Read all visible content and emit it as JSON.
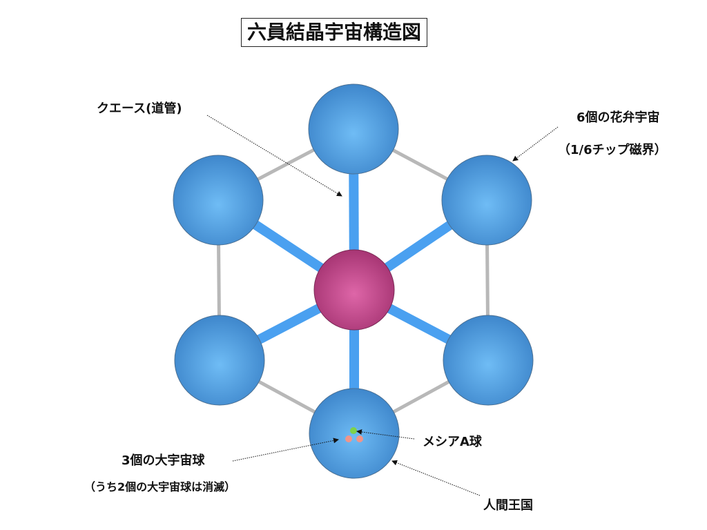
{
  "title": "六員結晶宇宙構造図",
  "labels": {
    "quease": "クエース(道管)",
    "petals": "6個の花弁宇宙",
    "petals_sub": "（1/6チップ磁界）",
    "messiah": "メシアA球",
    "three": "3個の大宇宙球",
    "three_sub": "（うち2個の大宇宙球は消滅）",
    "human": "人間王国"
  },
  "colors": {
    "sphere": "#3d8fd6",
    "center": "#b03c7e",
    "spoke": "#4aa0f0",
    "edge": "#b8b8b8",
    "green": "#7ed24a",
    "pink": "#f0958a"
  }
}
